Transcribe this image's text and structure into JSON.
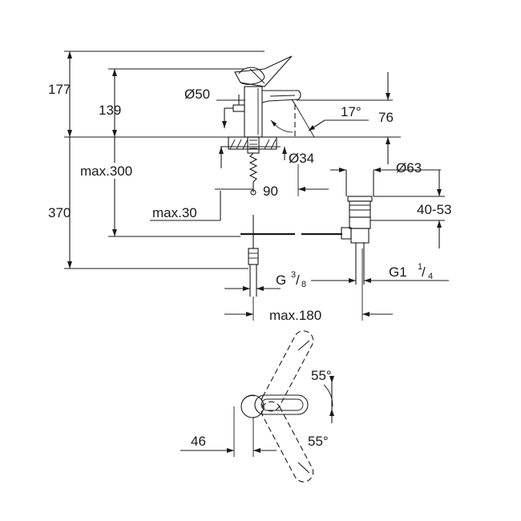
{
  "dimensions": {
    "h177": "177",
    "h139": "139",
    "max300": "max.300",
    "h370": "370",
    "max30": "max.30",
    "d50": "Ø50",
    "d34": "Ø34",
    "d63": "Ø63",
    "a17": "17°",
    "h76": "76",
    "w90": "90",
    "r4053": "40-53",
    "g38_main": "G",
    "g38_num": "3",
    "g38_den": "8",
    "g114_main": "G1",
    "g114_num": "1",
    "g114_den": "4",
    "max180": "max.180",
    "a55_top": "55°",
    "a55_bottom": "55°",
    "w46": "46"
  }
}
